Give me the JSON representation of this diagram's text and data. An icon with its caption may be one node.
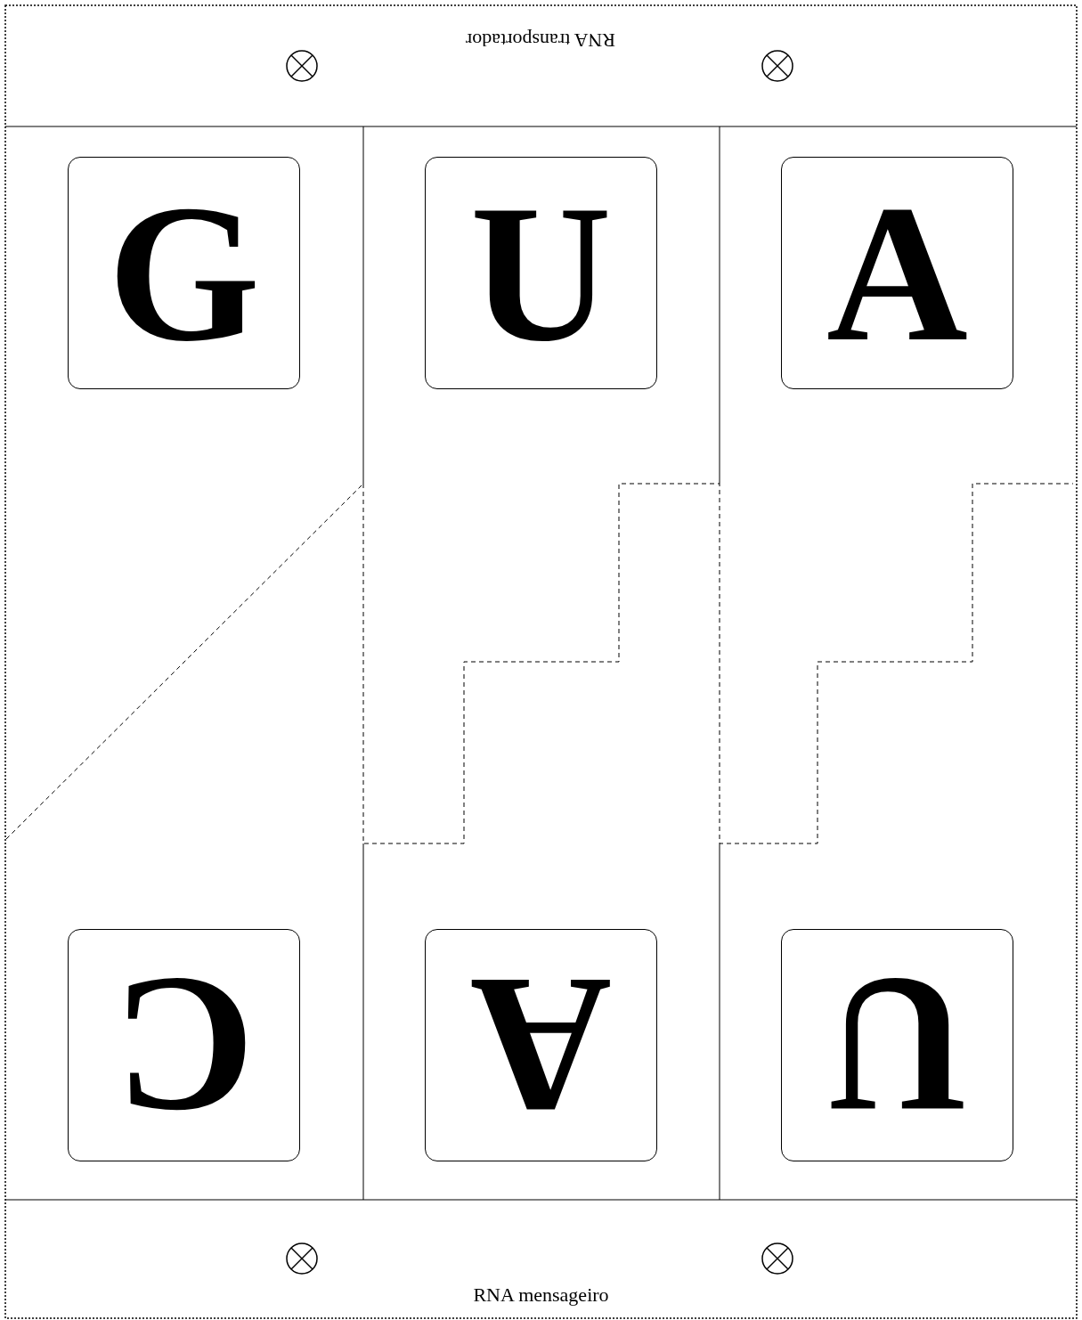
{
  "diagram": {
    "nodes": [
      {
        "text": [
          "RNA transportador"
        ]
      },
      {
        "text": [
          "G"
        ]
      },
      {
        "text": [
          "U"
        ]
      },
      {
        "text": [
          "A"
        ]
      },
      {
        "text": [
          "C"
        ]
      },
      {
        "text": [
          "A"
        ]
      },
      {
        "text": [
          "U"
        ]
      },
      {
        "text": [
          "RNA mensageiro"
        ]
      }
    ],
    "edges": []
  }
}
